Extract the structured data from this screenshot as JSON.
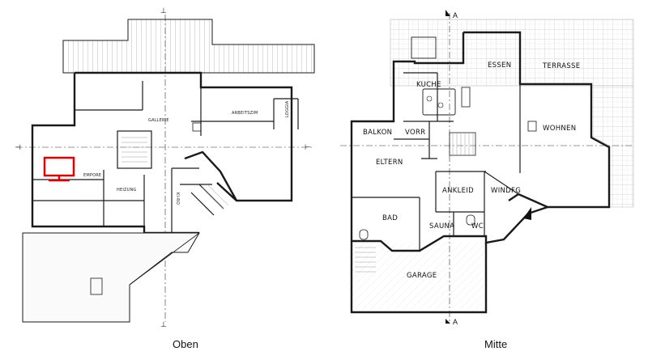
{
  "plans": [
    {
      "caption": "Oben",
      "rooms": {
        "gallerie": "GALLERIE",
        "arbeitszim": "ARBEITSZIM",
        "loggia": "LOGGIA",
        "empore": "EMPORE",
        "heizung": "HEIZUNG",
        "kind": "KI-RO"
      },
      "tv_color": "#e00000"
    },
    {
      "caption": "Mitte",
      "rooms": {
        "essen": "ESSEN",
        "terrasse": "TERRASSE",
        "kuche": "KUCHE",
        "balkon": "BALKON",
        "vorr": "VORR",
        "wohnen": "WOHNEN",
        "eltern": "ELTERN",
        "ankleid": "ANKLEID",
        "windfg": "WINDFG",
        "bad": "BAD",
        "sauna": "SAUNA",
        "wc": "WC",
        "garage": "GARAGE"
      },
      "section_marker": "A"
    }
  ],
  "colors": {
    "line": "#1a1a1a",
    "hatch": "#9a9a9a"
  }
}
